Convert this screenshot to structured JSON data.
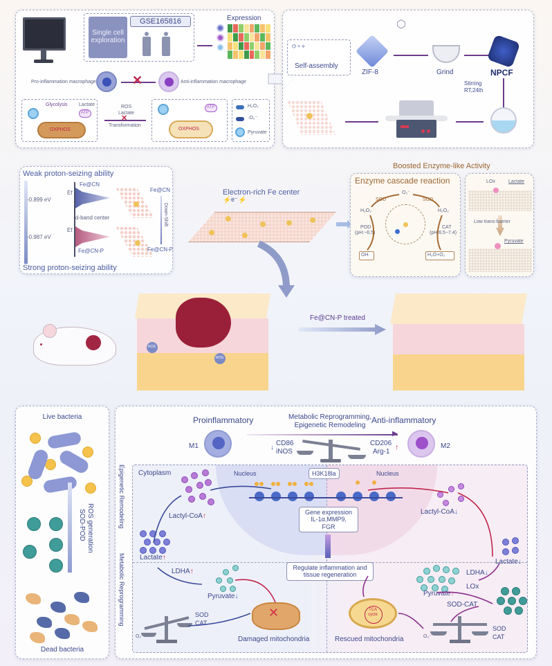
{
  "top_left": {
    "dataset_id": "GSE165816",
    "single_cell_label": "Single cell exploration",
    "expression_label": "Expression",
    "pro_macrophage": "Pro-inflammation macrophage",
    "anti_macrophage": "Anti-inflammation macrophage",
    "glycolysis": "Glycolysis",
    "lactate": "Lactate",
    "atp": "ATP",
    "oxphos": "OXPHOS",
    "ros": "ROS",
    "lactate2": "Lactate",
    "transformation": "Transformation",
    "legend": {
      "h2o2": "H₂O₂",
      "o2": "·O₂⁻",
      "pyruvate": "Pyruvate"
    }
  },
  "top_right": {
    "self_assembly": "Self-assembly",
    "zif8": "ZIF-8",
    "grind": "Grind",
    "npcf": "NPCF",
    "stirring": "Stirring",
    "rt": "RT,24th"
  },
  "dband_panel": {
    "weak": "Weak proton-seizing ability",
    "strong": "Strong proton-seizing ability",
    "fecn": "Fe@CN",
    "fecnp": "Fe@CN-P",
    "ef1": "Ef",
    "ef2": "Ef",
    "ev1": "-0.899 eV",
    "ev2": "-0.987 eV",
    "dband": "d-band center",
    "right_fecn": "Fe@CN",
    "right_fecnp": "Fe@CN-P",
    "downshift": "Down-Shift"
  },
  "center": {
    "electron_rich": "Electron-rich Fe center",
    "electron": "e⁻"
  },
  "enzyme": {
    "boosted_title": "Boosted Enzyme-like Activity",
    "cascade_title": "Enzyme cascade reaction",
    "o2": "O₂⁻",
    "sod_left": "SOD",
    "sod_right": "SOD",
    "h2o2_left": "H₂O₂",
    "h2o2_right": "H₂O₂",
    "pod": "POD",
    "pod_ph": "(pH:~6.5)",
    "cat": "CAT",
    "cat_ph": "(pH:6.5~7.4)",
    "oh": "OH·",
    "h2o_o2": "H₂O+O₂",
    "lox": "LOx",
    "lactate": "Lactate",
    "low_barrier": "Low trans-barrier",
    "pyruvate": "Pyruvate"
  },
  "middle": {
    "treated": "Fe@CN-P treated",
    "ros1": "ROS",
    "ros2": "ROS"
  },
  "bacteria": {
    "live": "Live bacteria",
    "sodpod": "SOD-POD",
    "ros_gen": "ROS generation",
    "dead": "Dead bacteria"
  },
  "macro": {
    "proinflammatory": "Proinflammatory",
    "anti_inflammatory": "Anti-inflammatory",
    "metabolic_line1": "Metabolic Reprogramming,",
    "metabolic_line2": "Epigenetic Remodeling",
    "m1": "M1",
    "m2": "M2",
    "cd86": "CD86",
    "inos": "iNOS",
    "cd206": "CD206",
    "arg1": "Arg-1",
    "side_epigenetic": "Epigenetic Remodeling",
    "side_metabolic": "Metabolic Reprogramming",
    "cytoplasm": "Cytoplasm",
    "nucleus_left": "Nucleus",
    "nucleus_right": "Nucleus",
    "h3k18la": "H3K18la",
    "gene_expr_1": "Gene expression",
    "gene_expr_2": "IL-1α,MMP9,",
    "gene_expr_3": "FGR",
    "regulate_1": "Regulate inflammation and",
    "regulate_2": "tissue regeneration",
    "lactyl_left": "Lactyl-CoA",
    "lactyl_right": "Lactyl-CoA",
    "lactate_left": "Lactate",
    "lactate_right": "Lactate",
    "ldha_left": "LDHA",
    "ldha_right": "LDHA",
    "pyruvate_left": "Pyruvate",
    "pyruvate_right": "Pyruvate",
    "lox": "LOx",
    "sodcat": "SOD-CAT",
    "sod_l": "SOD",
    "cat_l": "CAT",
    "sod_r": "SOD",
    "cat_r": "CAT",
    "o2_l": "O₂⁻",
    "o2_r": "O₂⁻",
    "damaged": "Damaged mitochondria",
    "rescued": "Rescued mitochondria",
    "tca": "TCA cycle",
    "up": "↑",
    "down": "↓"
  },
  "colors": {
    "navy": "#3a4789",
    "purple_arrow": "#6b3b8c",
    "up_red": "#c0254a",
    "down_blue": "#2f5fb0",
    "brown": "#9a6430",
    "teal": "#3f9c98",
    "yellow": "#f5c24c"
  }
}
